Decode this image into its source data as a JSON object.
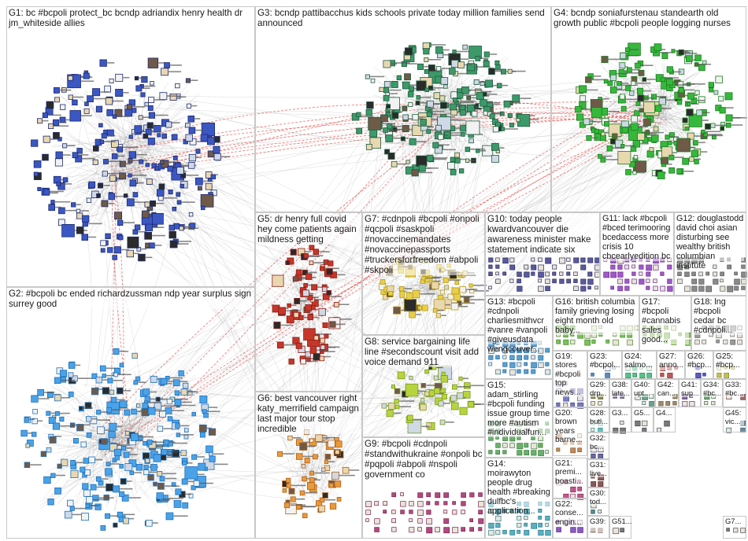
{
  "graph": {
    "background": "#ffffff",
    "border_color": "#c8c8c8",
    "edge_color_gray": "#9a9a9a",
    "edge_color_red": "#e0322f",
    "node_icon": "avatar-thumbnail-icon"
  },
  "groups": [
    {
      "id": "G1",
      "label": "G1: bc #bcpoli protect_bc bcndp adriandix henry health dr jm_whiteside allies",
      "frame": "#1d2a6e",
      "node": "#3b57c4"
    },
    {
      "id": "G2",
      "label": "G2: #bcpoli bc ended richardzussman ndp year surplus sign surrey good",
      "frame": "#1f6fb8",
      "node": "#4aa3e8"
    },
    {
      "id": "G3",
      "label": "G3: bcndp pattibacchus kids schools private today million families send announced",
      "frame": "#1e5a3c",
      "node": "#3c9a6a"
    },
    {
      "id": "G4",
      "label": "G4: bcndp soniafurstenau standearth old growth public #bcpoli people logging nurses",
      "frame": "#1b7d1f",
      "node": "#36b83c"
    },
    {
      "id": "G5",
      "label": "G5: dr henry full covid hey come patients again mildness getting",
      "frame": "#8e1b14",
      "node": "#c6372a"
    },
    {
      "id": "G6",
      "label": "G6: best vancouver right katy_merrifield campaign last major tour stop incredible",
      "frame": "#b0621a",
      "node": "#e89a3c"
    },
    {
      "id": "G7",
      "label": "G7: #cdnpoli #bcpoli #onpoli #qcpoli #saskpoli #novaccinemandates #novaccinepassports #truckersforfreedom #abpoli #skpoli",
      "frame": "#b59a1c",
      "node": "#e8cf4a"
    },
    {
      "id": "G8",
      "label": "G8: service bargaining life line #secondscount visit add voice demand 911",
      "frame": "#7a9a22",
      "node": "#b7d43e"
    },
    {
      "id": "G9",
      "label": "G9: #bcpoli #cdnpoli #standwithukraine #onpoli bc #pqpoli #abpoli #nspoli government co",
      "frame": "#7a1f4a",
      "node": "#b04a7e"
    },
    {
      "id": "G10",
      "label": "G10: today people kwardvancouver die awareness minister make statement indicate six",
      "frame": "#2a2a5a",
      "node": "#5a5aa0"
    },
    {
      "id": "G11",
      "label": "G11: lack #bcpoli #bced terimooring bcedaccess more crisis 10 cbcearlyedition bc",
      "frame": "#6a2a8a",
      "node": "#a05ac8"
    },
    {
      "id": "G12",
      "label": "G12: douglastodd david choi asian disturbing see wealthy british columbian institute",
      "frame": "#555555",
      "node": "#8a8a8a"
    },
    {
      "id": "G13",
      "label": "G13: #bcpoli #cdnpoli charliesmithvcr #vanre #vanpoli #giveusdata wengcouver...",
      "frame": "#2a6a9a",
      "node": "#5aa0d0"
    },
    {
      "id": "G14",
      "label": "G14: moirawyton people drug health #breaking dulfbc's application...",
      "frame": "#2a7a8a",
      "node": "#5ab0c0"
    },
    {
      "id": "G15",
      "label": "G15: adam_stirling #bcpoli funding issue group time more #autism #individualfun...",
      "frame": "#3a7a3a",
      "node": "#6ab06a"
    },
    {
      "id": "G16",
      "label": "G16: british columbia family grieving losing eight month old baby...",
      "frame": "#4a8a2a",
      "node": "#7ac05a"
    },
    {
      "id": "G17",
      "label": "G17: #bcpoli #cannabis sales good...",
      "frame": "#5a8a2a",
      "node": "#8ac05a"
    },
    {
      "id": "G18",
      "label": "G18: lng #bcpoli cedar bc #cdnpoli...",
      "frame": "#6a6a6a",
      "node": "#9a9a9a"
    },
    {
      "id": "G19",
      "label": "G19: stores #bcpoli top news...",
      "frame": "#4a4a8a",
      "node": "#7a7ac0"
    },
    {
      "id": "G20",
      "label": "G20: brown years barne...",
      "frame": "#8a5a2a",
      "node": "#c08a5a"
    },
    {
      "id": "G21",
      "label": "G21: premi... boasti...",
      "frame": "#8a2a5a",
      "node": "#c05a8a"
    },
    {
      "id": "G22",
      "label": "G22: conse... engin...",
      "frame": "#5a2a8a",
      "node": "#8a5ac0"
    },
    {
      "id": "G23",
      "label": "G23: #bcpol...",
      "frame": "#2a5a8a",
      "node": "#5a8ac0"
    },
    {
      "id": "G24",
      "label": "G24: salmo...",
      "frame": "#2a8a5a",
      "node": "#5ac08a"
    },
    {
      "id": "G25",
      "label": "G25: #bcp...",
      "frame": "#8a8a2a",
      "node": "#c0c05a"
    },
    {
      "id": "G26",
      "label": "G26: #bcp...",
      "frame": "#2a2a8a",
      "node": "#5a5ac0"
    },
    {
      "id": "G27",
      "label": "G27: anno...",
      "frame": "#8a2a2a",
      "node": "#c05a5a"
    },
    {
      "id": "G28",
      "label": "G28: butl...",
      "frame": "#2a8a8a",
      "node": "#5ac0c0"
    },
    {
      "id": "G29",
      "label": "G29: drp...",
      "frame": "#5a5a2a",
      "node": "#8a8a5a"
    },
    {
      "id": "G30",
      "label": "G30: tod...",
      "frame": "#2a5a5a",
      "node": "#5a8a8a"
    },
    {
      "id": "G31",
      "label": "G31: live...",
      "frame": "#5a2a2a",
      "node": "#8a5a5a"
    },
    {
      "id": "G32",
      "label": "G32: bc...",
      "frame": "#3a3a6a",
      "node": "#6a6aa0"
    },
    {
      "id": "G33",
      "label": "G33: #bc...",
      "frame": "#6a3a3a",
      "node": "#a06a6a"
    },
    {
      "id": "G34",
      "label": "G34: #bc...",
      "frame": "#3a6a3a",
      "node": "#6aa06a"
    },
    {
      "id": "G38",
      "label": "G38: late...",
      "frame": "#4a3a6a",
      "node": "#7a6aa0"
    },
    {
      "id": "G39",
      "label": "G39: ...",
      "frame": "#6a4a3a",
      "node": "#a07a6a"
    },
    {
      "id": "G40",
      "label": "G40: upt...",
      "frame": "#3a6a5a",
      "node": "#6aa08a"
    },
    {
      "id": "G41",
      "label": "G41: sup...",
      "frame": "#5a3a6a",
      "node": "#8a6aa0"
    },
    {
      "id": "G42",
      "label": "G42: can...",
      "frame": "#6a5a3a",
      "node": "#a08a6a"
    },
    {
      "id": "G45",
      "label": "G45: vic...",
      "frame": "#3a5a6a",
      "node": "#6a8aa0"
    },
    {
      "id": "G3x",
      "label": "G3...",
      "frame": "#4a4a4a",
      "node": "#7a7a7a"
    },
    {
      "id": "G4x",
      "label": "G4...",
      "frame": "#4a4a4a",
      "node": "#7a7a7a"
    },
    {
      "id": "G5x",
      "label": "G5...",
      "frame": "#4a4a4a",
      "node": "#7a7a7a"
    },
    {
      "id": "G51",
      "label": "G51...",
      "frame": "#4a4a4a",
      "node": "#7a7a7a"
    },
    {
      "id": "G7x",
      "label": "G7...",
      "frame": "#4a4a4a",
      "node": "#7a7a7a"
    }
  ]
}
